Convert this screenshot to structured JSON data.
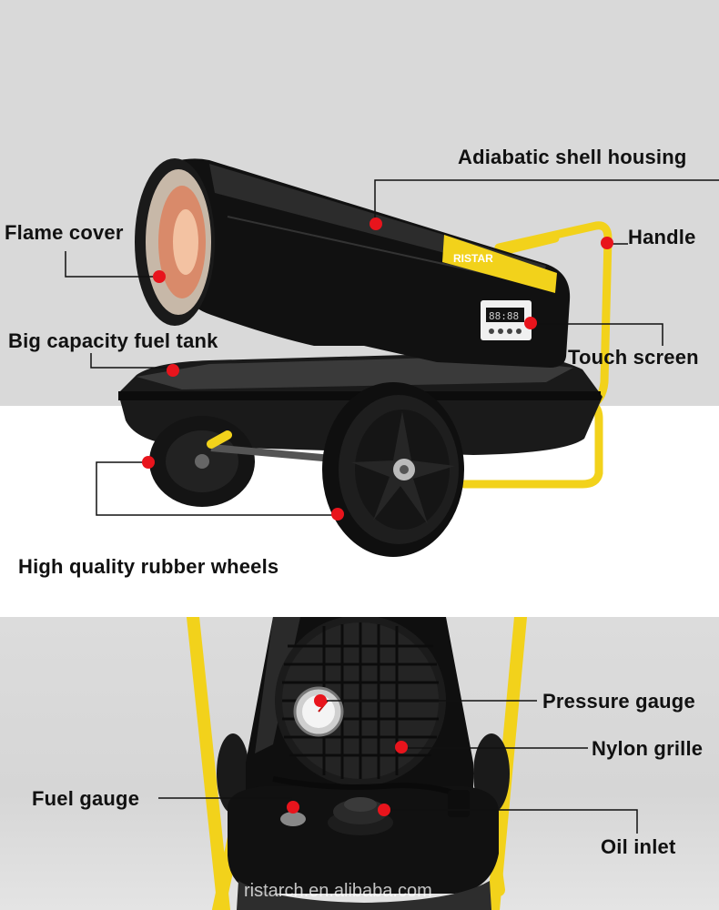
{
  "labels": {
    "adiabatic_shell_housing": "Adiabatic shell housing",
    "flame_cover": "Flame cover",
    "handle": "Handle",
    "big_capacity_fuel_tank": "Big capacity fuel tank",
    "touch_screen": "Touch screen",
    "high_quality_rubber_wheels": "High quality rubber wheels",
    "pressure_gauge": "Pressure gauge",
    "nylon_grille": "Nylon grille",
    "fuel_gauge": "Fuel gauge",
    "oil_inlet": "Oil inlet"
  },
  "product_badge": {
    "brand": "RISTAR",
    "display_readout": "88:88"
  },
  "watermark": "ristarch.en.alibaba.com",
  "colors": {
    "marker": "#e8141c",
    "frame_yellow": "#f2d21b",
    "body_black": "#121212",
    "leader_line": "#111111"
  }
}
